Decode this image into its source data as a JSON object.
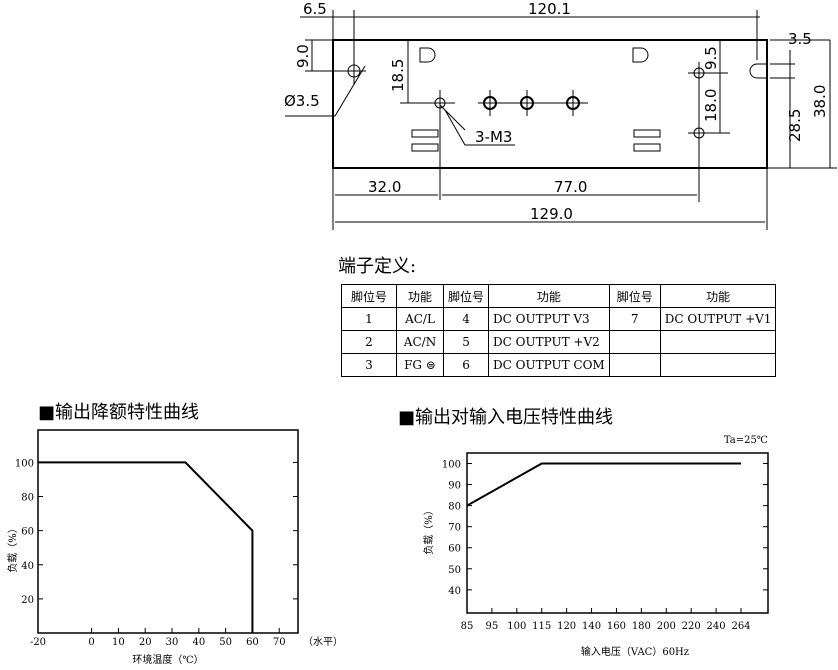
{
  "drawing": {
    "dims": {
      "d6_5": "6.5",
      "d120_1": "120.1",
      "d9_0": "9.0",
      "d18_5": "18.5",
      "phi": "Ø3.5",
      "m3": "3-M3",
      "d3_5": "3.5",
      "d9_5": "9.5",
      "d18_0": "18.0",
      "d28_5": "28.5",
      "d38_0": "38.0",
      "d32_0": "32.0",
      "d77_0": "77.0",
      "d129_0": "129.0"
    }
  },
  "terminal": {
    "title": "端子定义:",
    "headers": [
      "脚位号",
      "功能",
      "脚位号",
      "功能",
      "脚位号",
      "功能"
    ],
    "rows": [
      [
        "1",
        "AC/L",
        "4",
        "DC OUTPUT V3",
        "7",
        "DC OUTPUT +V1"
      ],
      [
        "2",
        "AC/N",
        "5",
        "DC OUTPUT +V2",
        "",
        ""
      ],
      [
        "3",
        "FG ⊜",
        "6",
        "DC OUTPUT COM",
        "",
        ""
      ]
    ]
  },
  "chart_data": [
    {
      "type": "line",
      "title": "■输出降额特性曲线",
      "xlabel": "环境温度（℃）",
      "ylabel": "负载（%）",
      "x_suffix": "（水平）",
      "xticks": [
        -20,
        0,
        10,
        20,
        30,
        40,
        50,
        60,
        70
      ],
      "yticks": [
        20,
        40,
        60,
        80,
        100
      ],
      "xlim": [
        -20,
        77
      ],
      "ylim": [
        0,
        119
      ],
      "x": [
        -20,
        35,
        60,
        60
      ],
      "y": [
        100,
        100,
        60,
        0
      ]
    },
    {
      "type": "line",
      "title": "■输出对输入电压特性曲线",
      "xlabel": "输入电压（VAC）60Hz",
      "ylabel": "负载（%）",
      "note": "Ta=25℃",
      "categories": [
        "85",
        "95",
        "100",
        "115",
        "120",
        "140",
        "160",
        "180",
        "200",
        "220",
        "240",
        "264"
      ],
      "yticks": [
        40,
        50,
        60,
        70,
        80,
        90,
        100
      ],
      "ylim": [
        29,
        105
      ],
      "x": [
        "85",
        "115",
        "264"
      ],
      "y": [
        80,
        100,
        100
      ]
    }
  ]
}
